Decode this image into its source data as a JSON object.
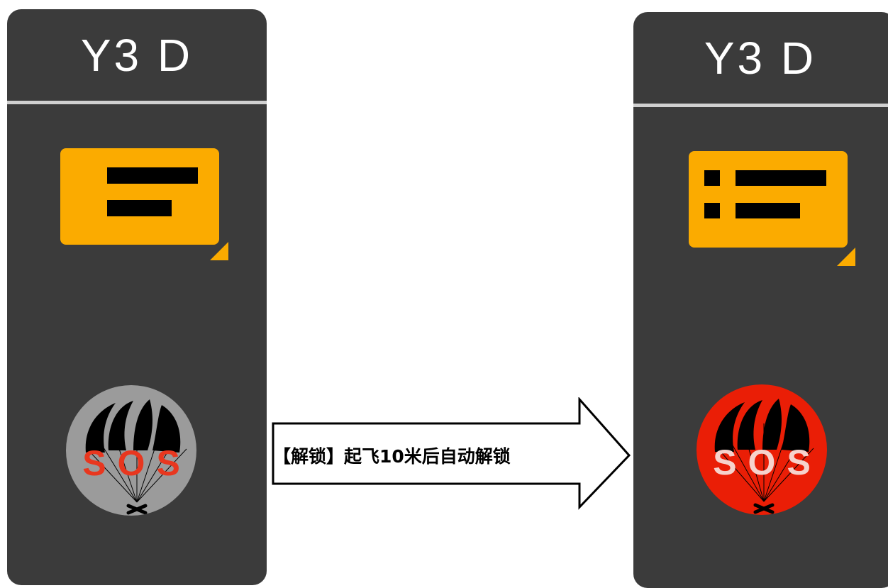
{
  "left_panel": {
    "title": "Y3 D",
    "mode_icon": "list-icon",
    "sos_button": {
      "label": "SOS",
      "state": "locked",
      "icon": "parachute-icon",
      "color": "#9b9b9b"
    }
  },
  "right_panel": {
    "title": "Y3 D",
    "mode_icon": "bullet-list-icon",
    "sos_button": {
      "label": "SOS",
      "state": "unlocked",
      "icon": "parachute-icon",
      "color": "#ea1e06"
    }
  },
  "transition": {
    "label": "【解锁】起飞10米后自动解锁",
    "icon": "right-arrow-icon"
  },
  "colors": {
    "panel_bg": "#3b3b3b",
    "accent": "#fbab00",
    "divider": "#d0d0d0",
    "sos_locked": "#9b9b9b",
    "sos_unlocked": "#ea1e06"
  }
}
